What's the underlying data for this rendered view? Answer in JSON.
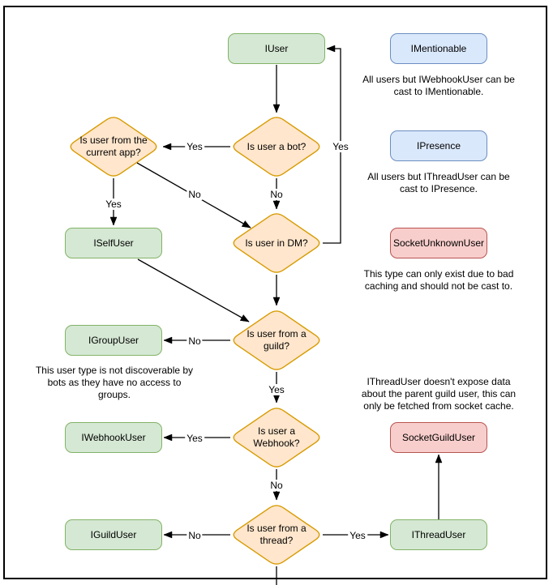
{
  "colors": {
    "green_fill": "#d5e8d4",
    "green_stroke": "#82b366",
    "blue_fill": "#dae8fc",
    "blue_stroke": "#6c8ebf",
    "red_fill": "#f8cecc",
    "red_stroke": "#b85450",
    "orange_fill": "#ffe6cc",
    "orange_stroke": "#d79b00",
    "edge": "#000000",
    "text": "#000000",
    "background": "#ffffff"
  },
  "nodes": {
    "iuser": "IUser",
    "imentionable": "IMentionable",
    "ipresence": "IPresence",
    "socket_unknown_user": "SocketUnknownUser",
    "iselfuser": "ISelfUser",
    "igroupuser": "IGroupUser",
    "iwebhookuser": "IWebhookUser",
    "socket_guild_user": "SocketGuildUser",
    "iguilduser": "IGuildUser",
    "ithreaduser": "IThreadUser"
  },
  "decisions": {
    "is_bot": {
      "lines": [
        "Is user a bot?"
      ]
    },
    "from_current_app": {
      "lines": [
        "Is user from the",
        "current app?"
      ]
    },
    "in_dm": {
      "lines": [
        "Is user in DM?"
      ]
    },
    "from_guild": {
      "lines": [
        "Is user from a",
        "guild?"
      ]
    },
    "is_webhook": {
      "lines": [
        "Is user a",
        "Webhook?"
      ]
    },
    "from_thread": {
      "lines": [
        "Is user from a",
        "thread?"
      ]
    }
  },
  "edge_labels": {
    "bot_yes": "Yes",
    "bot_no": "No",
    "current_app_yes": "Yes",
    "current_app_no": "No",
    "dm_yes": "Yes",
    "guild_no": "No",
    "guild_yes": "Yes",
    "webhook_yes": "Yes",
    "webhook_no": "No",
    "thread_no": "No",
    "thread_yes": "Yes"
  },
  "notes": {
    "mentionable": {
      "lines": [
        "All users but IWebhookUser can be",
        "cast to IMentionable."
      ]
    },
    "presence": {
      "lines": [
        "All users but IThreadUser can be",
        "cast to IPresence."
      ]
    },
    "unknown_user": {
      "lines": [
        "This type can only exist due to bad",
        "caching and should not be cast to."
      ]
    },
    "group_user": {
      "lines": [
        "This user type is not discoverable by",
        "bots as they have no access to",
        "groups."
      ]
    },
    "thread_user": {
      "lines": [
        "IThreadUser doesn't expose data",
        "about the parent guild user, this can",
        "only be fetched from socket cache."
      ]
    }
  }
}
